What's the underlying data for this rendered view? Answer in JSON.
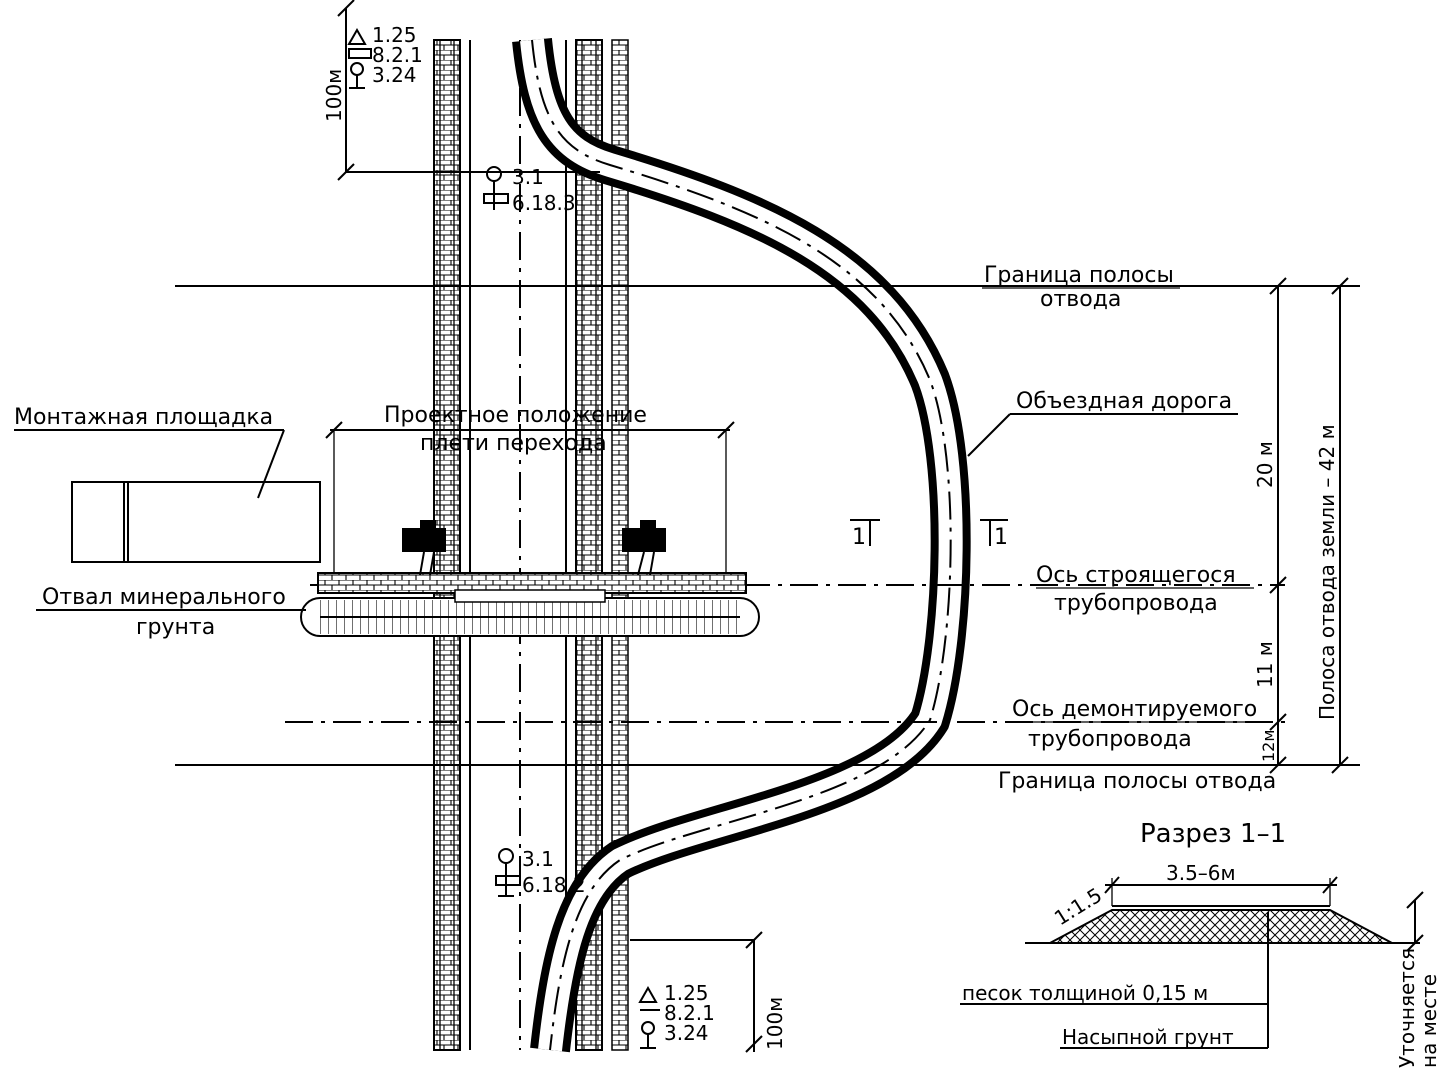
{
  "labels": {
    "montage_site": "Монтажная площадка",
    "design_position_1": "Проектное положение",
    "design_position_2": "плети перехода",
    "spoil_1": "Отвал минерального",
    "spoil_2": "грунта",
    "boundary_top_1": "Граница полосы",
    "boundary_top_2": "отвода",
    "detour_road": "Объездная дорога",
    "axis_new_1": "Ось строящегося",
    "axis_new_2": "трубопровода",
    "axis_old_1": "Ось демонтируемого",
    "axis_old_2": "трубопровода",
    "boundary_bottom": "Граница полосы отвода",
    "section_mark": "1",
    "section_title": "Разрез 1–1",
    "sand_layer": "песок толщиной 0,15 м",
    "fill_soil": "Насыпной грунт",
    "clarify_1": "Уточняется",
    "clarify_2": "на месте",
    "width_range": "3.5–6м",
    "slope": "1:1.5"
  },
  "dimensions": {
    "dist_100_top": "100м",
    "dist_100_bottom": "100м",
    "dist_20": "20 м",
    "dist_11": "11 м",
    "dist_12": "12м",
    "strip_total": "Полоса отвода земли – 42 м"
  },
  "signs": {
    "top": [
      "1.25",
      "8.2.1",
      "3.24"
    ],
    "upper_mid": [
      "3.1",
      "6.18.3"
    ],
    "lower_mid": [
      "3.1",
      "6.18.2"
    ],
    "bottom": [
      "1.25",
      "8.2.1",
      "3.24"
    ]
  }
}
